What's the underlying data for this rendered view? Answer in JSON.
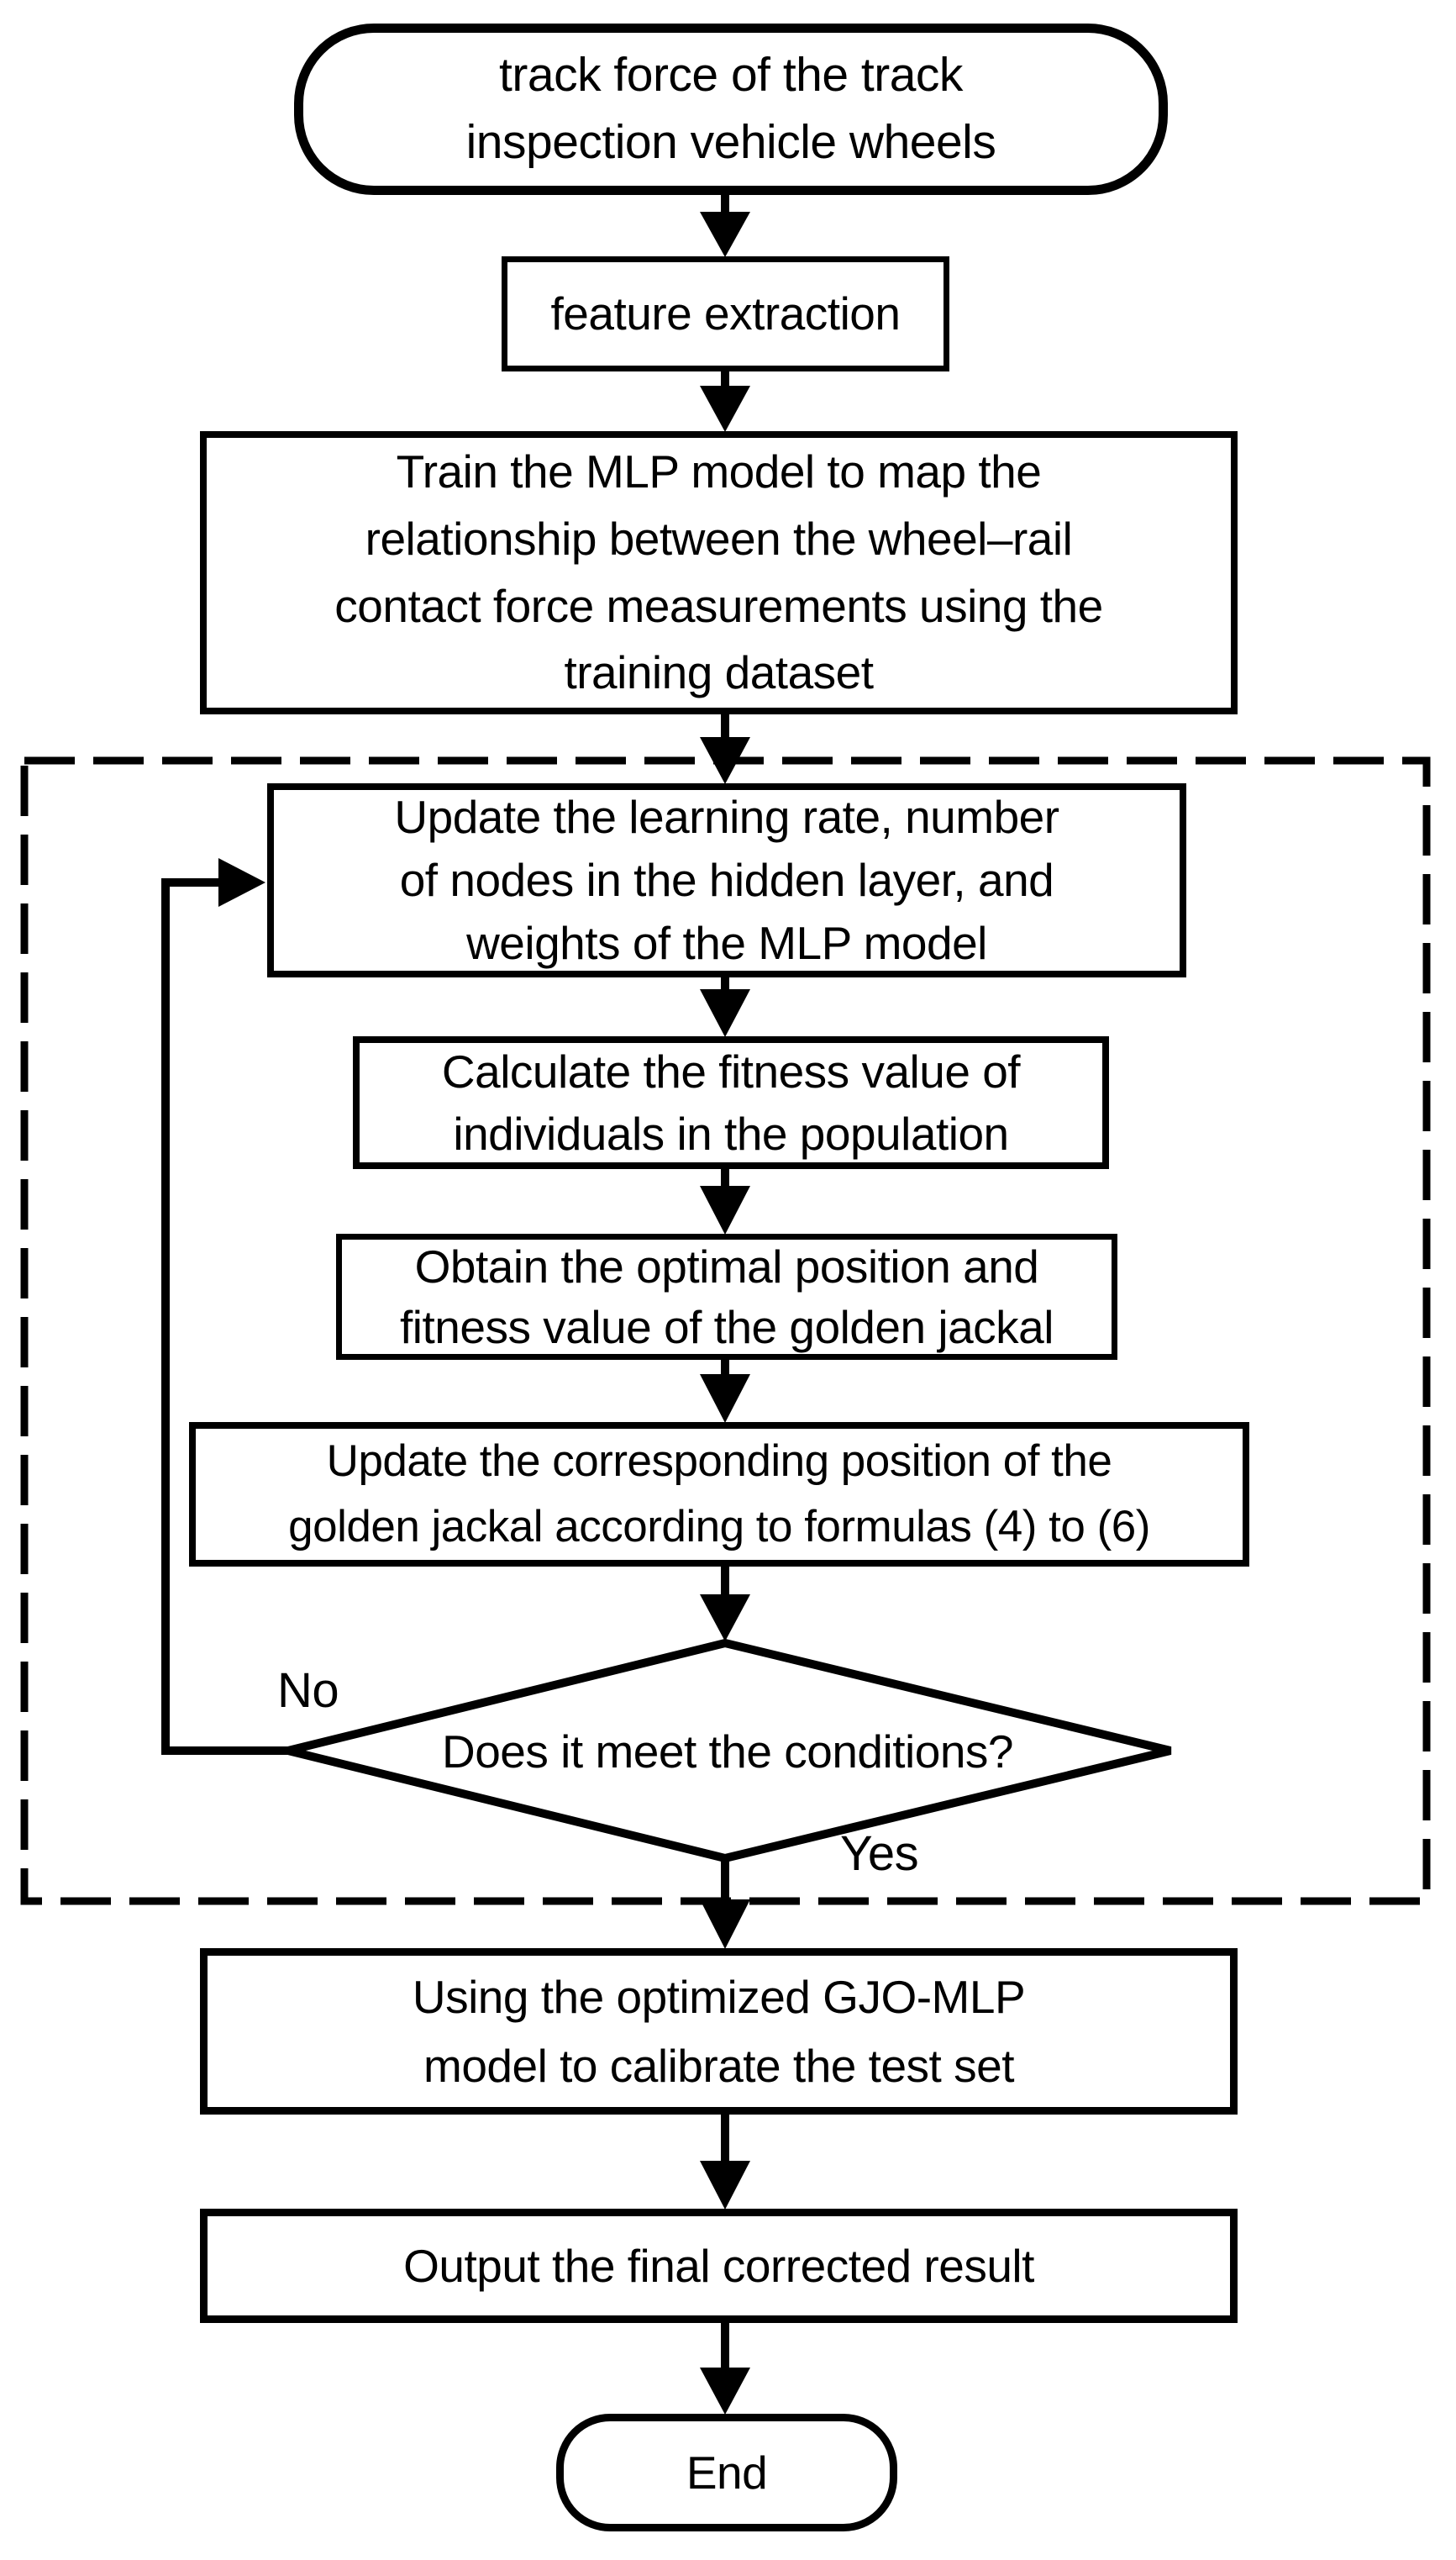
{
  "page": {
    "background": "#ffffff",
    "ink": "#000000"
  },
  "flowchart": {
    "nodes": {
      "start": {
        "shape": "terminator",
        "text": "track force of the track\ninspection vehicle wheels"
      },
      "feature_extraction": {
        "shape": "process",
        "text": "feature extraction"
      },
      "train_mlp": {
        "shape": "process",
        "text": "Train the MLP model to map the\nrelationship between the wheel–rail\ncontact force measurements using the\ntraining dataset"
      },
      "update_parameters": {
        "shape": "process",
        "text": "Update the learning rate, number\nof nodes in the hidden layer, and\nweights of the MLP model"
      },
      "calc_fitness": {
        "shape": "process",
        "text": "Calculate the fitness value of\nindividuals in the population"
      },
      "obtain_optimal": {
        "shape": "process",
        "text": "Obtain the optimal position and\nfitness value of the golden jackal"
      },
      "update_jackal_position": {
        "shape": "process",
        "text": "Update the corresponding position of the\ngolden jackal according to formulas (4) to (6)"
      },
      "condition_check": {
        "shape": "decision",
        "text": "Does it meet the conditions?"
      },
      "calibrate_test_set": {
        "shape": "process",
        "text": "Using the optimized GJO-MLP\nmodel to calibrate the test set"
      },
      "output_result": {
        "shape": "process",
        "text": "Output the final corrected result"
      },
      "end": {
        "shape": "terminator",
        "text": "End"
      }
    },
    "edges": [
      {
        "from": "start",
        "to": "feature_extraction"
      },
      {
        "from": "feature_extraction",
        "to": "train_mlp"
      },
      {
        "from": "train_mlp",
        "to": "update_parameters"
      },
      {
        "from": "update_parameters",
        "to": "calc_fitness"
      },
      {
        "from": "calc_fitness",
        "to": "obtain_optimal"
      },
      {
        "from": "obtain_optimal",
        "to": "update_jackal_position"
      },
      {
        "from": "update_jackal_position",
        "to": "condition_check"
      },
      {
        "from": "condition_check",
        "to": "update_parameters",
        "label": "No"
      },
      {
        "from": "condition_check",
        "to": "calibrate_test_set",
        "label": "Yes"
      },
      {
        "from": "calibrate_test_set",
        "to": "output_result"
      },
      {
        "from": "output_result",
        "to": "end"
      }
    ],
    "loop_container": {
      "border_style": "dashed"
    }
  }
}
